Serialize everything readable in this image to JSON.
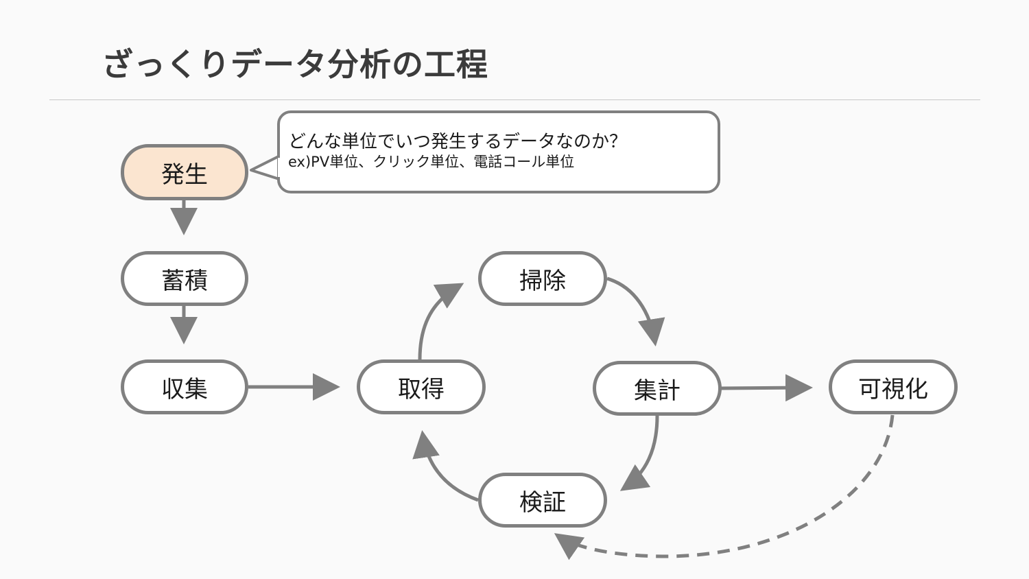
{
  "title": "ざっくりデータ分析の工程",
  "callout": {
    "main": "どんな単位でいつ発生するデータなのか？",
    "sub": "ex)PV単位、クリック単位、電話コール単位"
  },
  "nodes": {
    "hassei": "発生",
    "chikuseki": "蓄積",
    "shushu": "収集",
    "shutoku": "取得",
    "souji": "掃除",
    "shukei": "集計",
    "kenshou": "検証",
    "kashika": "可視化"
  },
  "colors": {
    "stroke": "#808080",
    "highlight_fill": "#fbe5d0",
    "node_fill": "#ffffff",
    "title": "#3b3b3b"
  }
}
